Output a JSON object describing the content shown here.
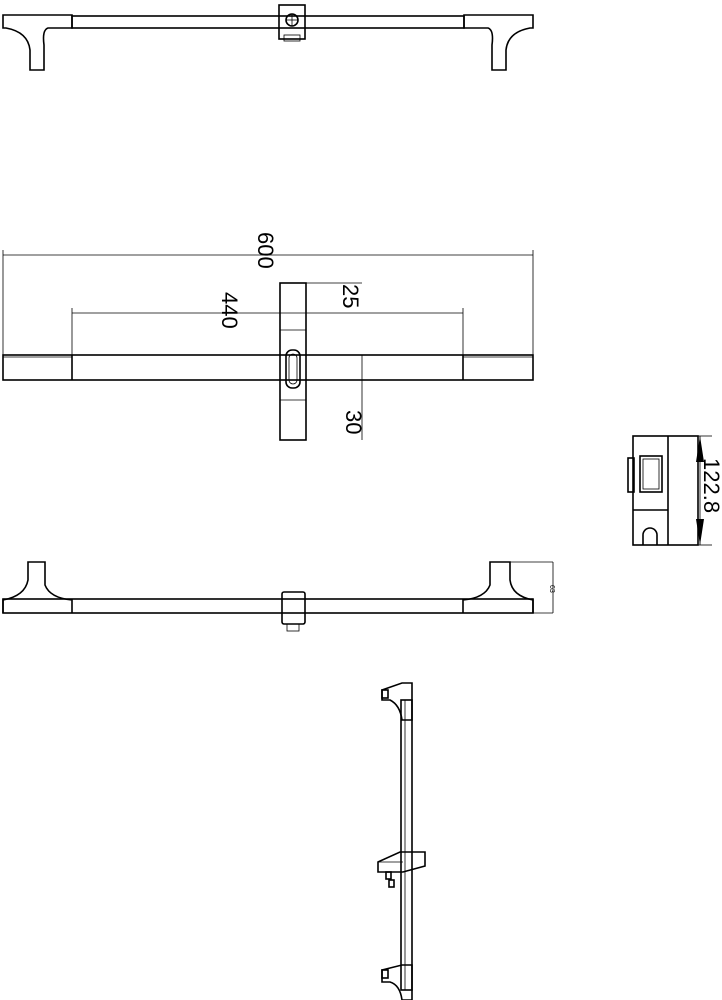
{
  "dimensions": {
    "overall_length": "600",
    "bracket_spacing": "440",
    "slider_width": "25",
    "bar_offset": "30",
    "side_height": "63",
    "end_view_height": "122.8"
  },
  "colors": {
    "line": "#000000",
    "background": "#ffffff"
  }
}
